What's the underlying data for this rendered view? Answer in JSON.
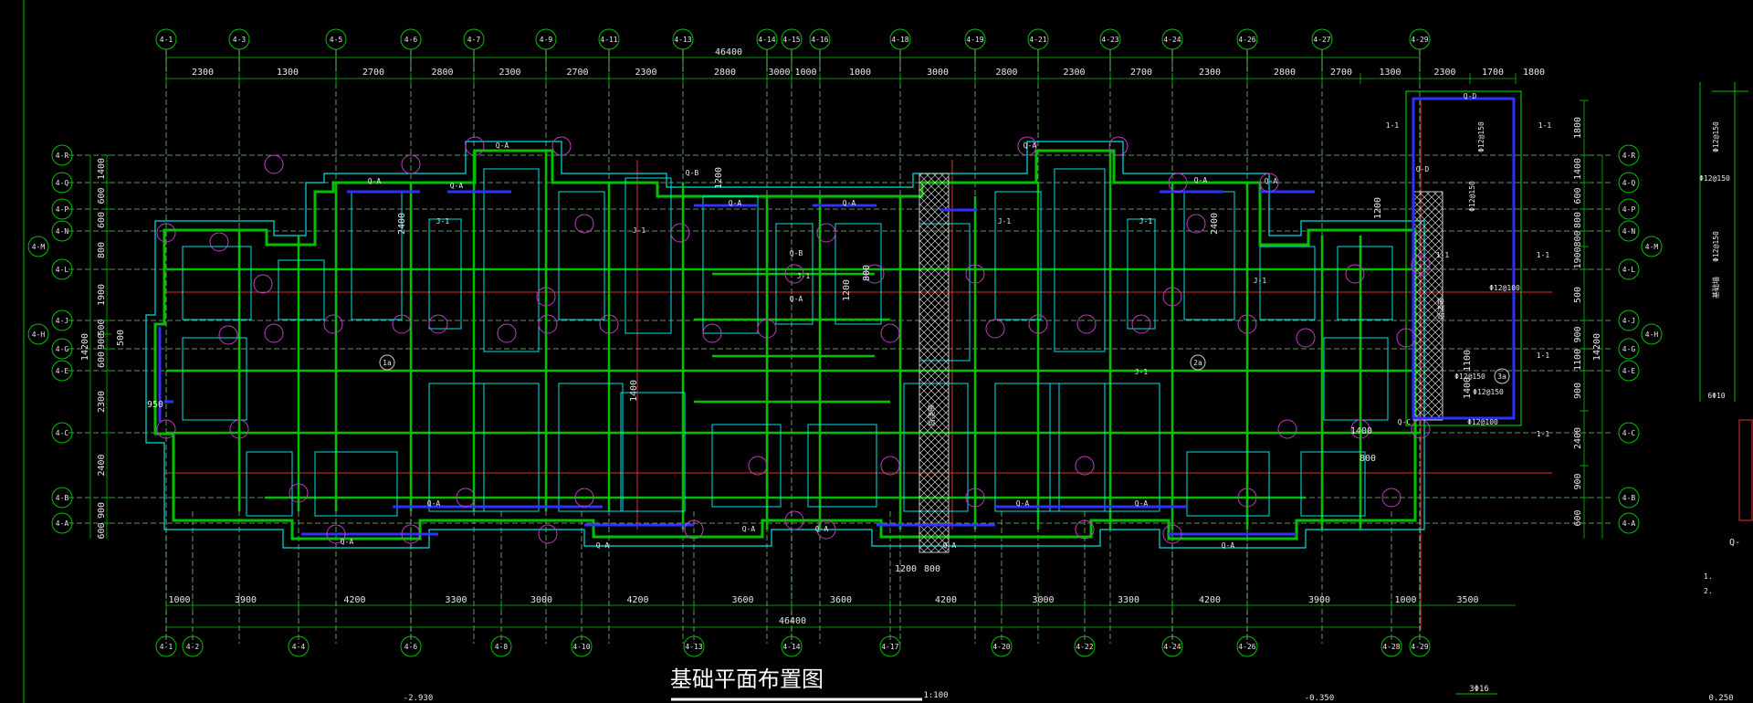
{
  "drawing": {
    "title": "基础平面布置图",
    "scale": "1:100",
    "overall_dimension_top": "46400",
    "overall_dimension_bottom": "46400",
    "colors": {
      "background": "#000000",
      "grid": "#7fbf7f",
      "wall": "#00c000",
      "footing": "#00e0e0",
      "beam": "#3030ff",
      "pile": "#c040c0",
      "axis_red": "#e03030",
      "text": "#e8e8e8",
      "accent_yellow": "#ffff00"
    },
    "top_axes": [
      "4-1",
      "4-3",
      "4-5",
      "4-6",
      "4-7",
      "4-9",
      "4-11",
      "4-13",
      "4-14",
      "4-15",
      "4-16",
      "4-18",
      "4-19",
      "4-21",
      "4-23",
      "4-24",
      "4-26",
      "4-27",
      "4-29"
    ],
    "bottom_axes": [
      "4-1",
      "4-2",
      "4-4",
      "4-6",
      "4-8",
      "4-10",
      "4-13",
      "4-14",
      "4-17",
      "4-20",
      "4-22",
      "4-24",
      "4-26",
      "4-28",
      "4-29"
    ],
    "left_axes": [
      "4-R",
      "4-Q",
      "4-P",
      "4-N",
      "4-L",
      "4-J",
      "4-G",
      "4-E",
      "4-C",
      "4-B",
      "4-A"
    ],
    "left_extra_axes": [
      "4-M",
      "4-H"
    ],
    "right_axes": [
      "4-R",
      "4-Q",
      "4-P",
      "4-N",
      "4-L",
      "4-J",
      "4-G",
      "4-E",
      "4-C",
      "4-B",
      "4-A"
    ],
    "right_extra_axes": [
      "4-M",
      "4-H"
    ],
    "top_dims": [
      "2300",
      "1300",
      "2700",
      "2800",
      "2300",
      "2700",
      "2300",
      "2800",
      "3000",
      "1000",
      "1000",
      "3000",
      "2800",
      "2300",
      "2700",
      "2300",
      "2800",
      "2700",
      "1300",
      "2300",
      "1700",
      "1800"
    ],
    "bottom_dims": [
      "1000",
      "3900",
      "4200",
      "3300",
      "3000",
      "4200",
      "3600",
      "3600",
      "4200",
      "3000",
      "3300",
      "4200",
      "3900",
      "1000",
      "3500"
    ],
    "left_dims": [
      "1400",
      "600",
      "600",
      "800",
      "1900",
      "500",
      "900",
      "600",
      "2300",
      "2400",
      "900",
      "600"
    ],
    "left_total": "14200",
    "right_dims": [
      "1800",
      "1400",
      "600",
      "800",
      "800",
      "1900",
      "500",
      "900",
      "1100",
      "900",
      "2400",
      "900",
      "600"
    ],
    "right_total": "14200",
    "beam_labels": [
      "Q-A",
      "Q-B",
      "Q-B",
      "Q-A",
      "Q-A",
      "Q-A",
      "Q-A",
      "Q-A",
      "Q-A",
      "Q-A",
      "Q-A",
      "Q-A",
      "Q-A",
      "Q-A",
      "Q-A",
      "Q-A",
      "Q-A",
      "Q-A",
      "Q-A",
      "Q-A",
      "Q-C",
      "Q-D",
      "Q-D"
    ],
    "footing_marks": [
      "J-1",
      "J-1",
      "J-1",
      "J-1",
      "J-1",
      "J-1",
      "J-1"
    ],
    "section_marks": [
      "1-1",
      "1-1",
      "1-1",
      "1-1",
      "1-1",
      "1-1"
    ],
    "rebar_notes": [
      "Φ12@150",
      "Φ12@150",
      "Φ12@150",
      "Φ12@150",
      "Φ12@100",
      "Φ12@100"
    ],
    "local_dims": [
      "2400",
      "2400",
      "1200",
      "1400",
      "1200",
      "800",
      "1400",
      "1100",
      "950",
      "500",
      "800",
      "1200",
      "800",
      "1200",
      "1400"
    ],
    "room_marks": [
      "1a",
      "2a",
      "3a"
    ],
    "zone_marks": [
      "后浇带",
      "后浇带"
    ],
    "elevations": [
      "-2.930",
      "-0.350",
      "0.250"
    ],
    "right_panel_text": [
      "Q-",
      "1.",
      "2.",
      "Φ12@150",
      "Φ12@150",
      "Φ12@150",
      "6Φ10",
      "基础墙"
    ],
    "leader_note": "3Φ16"
  }
}
